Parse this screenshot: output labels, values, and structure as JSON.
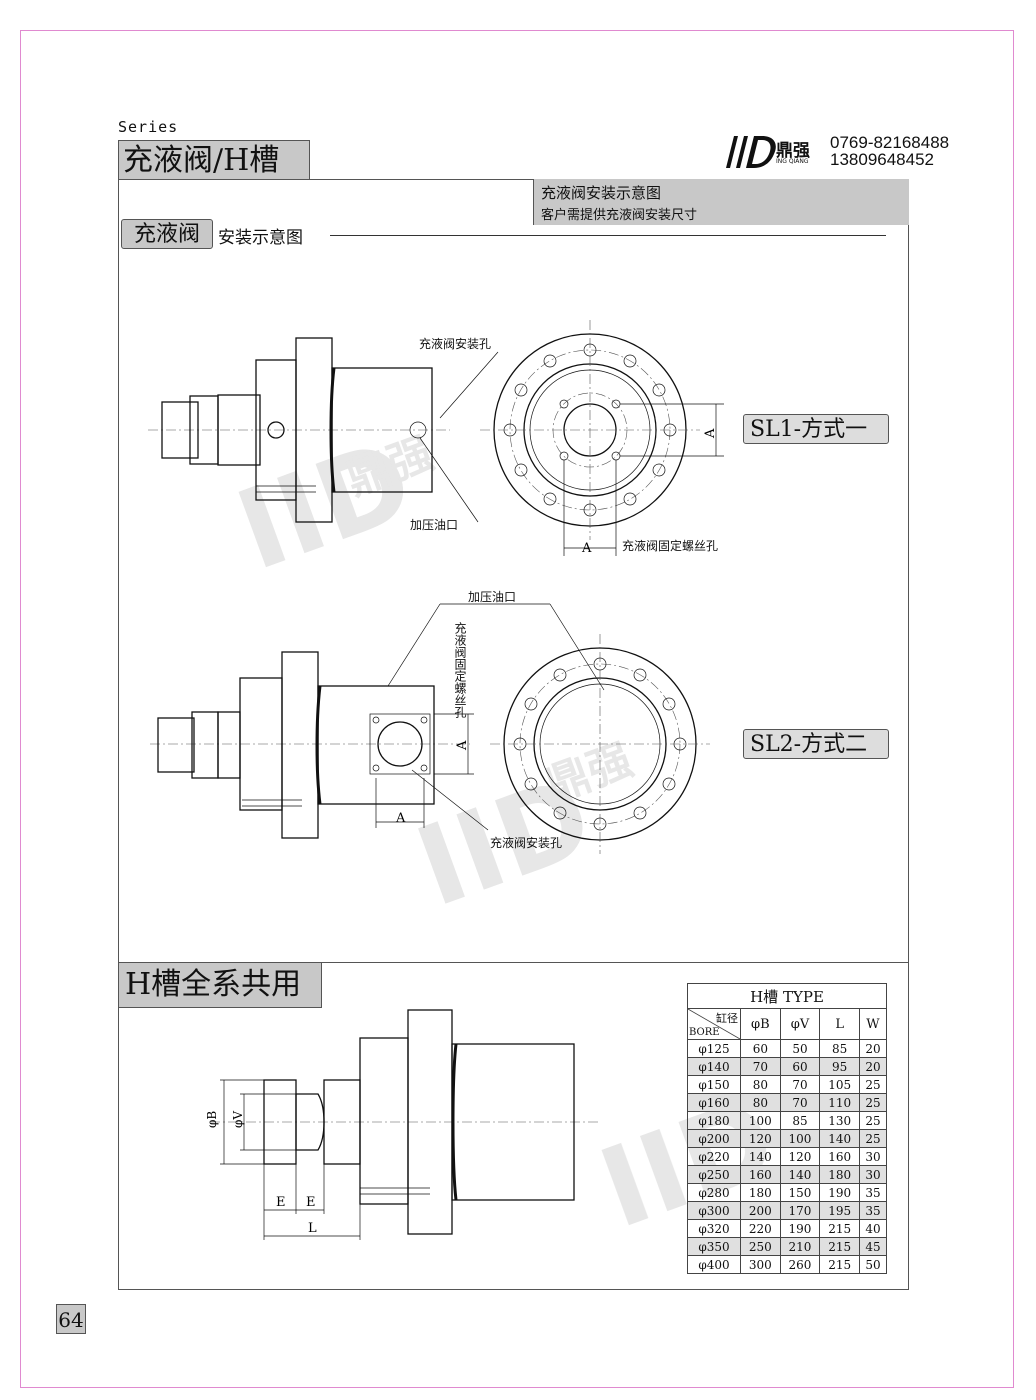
{
  "header": {
    "series": "Series",
    "title": "充液阀/H槽",
    "brand": "鼎强",
    "brand_sub": "ING QIANG",
    "phone1": "0769-82168488",
    "phone2": "13809648452"
  },
  "banner": {
    "line1": "充液阀安装示意图",
    "line2": "客户需提供充液阀安装尺寸"
  },
  "valve_section": {
    "title_box": "充液阀",
    "title_suffix": "安装示意图",
    "sl1": {
      "label": "SL1-方式一",
      "note_mount_hole": "充液阀安装孔",
      "note_oil_port": "加压油口",
      "note_fix_screw": "充液阀固定螺丝孔",
      "dim_a_h": "A",
      "dim_a_v": "A"
    },
    "sl2": {
      "label": "SL2-方式二",
      "note_oil_port": "加压油口",
      "note_fix_screw": "充液阀固定螺丝孔",
      "note_mount_hole": "充液阀安装孔",
      "dim_a_h": "A",
      "dim_a_v": "A"
    }
  },
  "h_section": {
    "title": "H槽全系共用",
    "dims": {
      "phiB": "φB",
      "phiV": "φV",
      "e1": "E",
      "e2": "E",
      "l": "L"
    },
    "table": {
      "caption": "H槽 TYPE",
      "corner_top": "缸径",
      "corner_bottom": "BORE",
      "headers": [
        "φB",
        "φV",
        "L",
        "W"
      ],
      "rows": [
        [
          "φ125",
          "60",
          "50",
          "85",
          "20"
        ],
        [
          "φ140",
          "70",
          "60",
          "95",
          "20"
        ],
        [
          "φ150",
          "80",
          "70",
          "105",
          "25"
        ],
        [
          "φ160",
          "80",
          "70",
          "110",
          "25"
        ],
        [
          "φ180",
          "100",
          "85",
          "130",
          "25"
        ],
        [
          "φ200",
          "120",
          "100",
          "140",
          "25"
        ],
        [
          "φ220",
          "140",
          "120",
          "160",
          "30"
        ],
        [
          "φ250",
          "160",
          "140",
          "180",
          "30"
        ],
        [
          "φ280",
          "180",
          "150",
          "190",
          "35"
        ],
        [
          "φ300",
          "200",
          "170",
          "195",
          "35"
        ],
        [
          "φ320",
          "220",
          "190",
          "215",
          "40"
        ],
        [
          "φ350",
          "250",
          "210",
          "215",
          "45"
        ],
        [
          "φ400",
          "300",
          "260",
          "215",
          "50"
        ]
      ]
    }
  },
  "page_number": "64"
}
